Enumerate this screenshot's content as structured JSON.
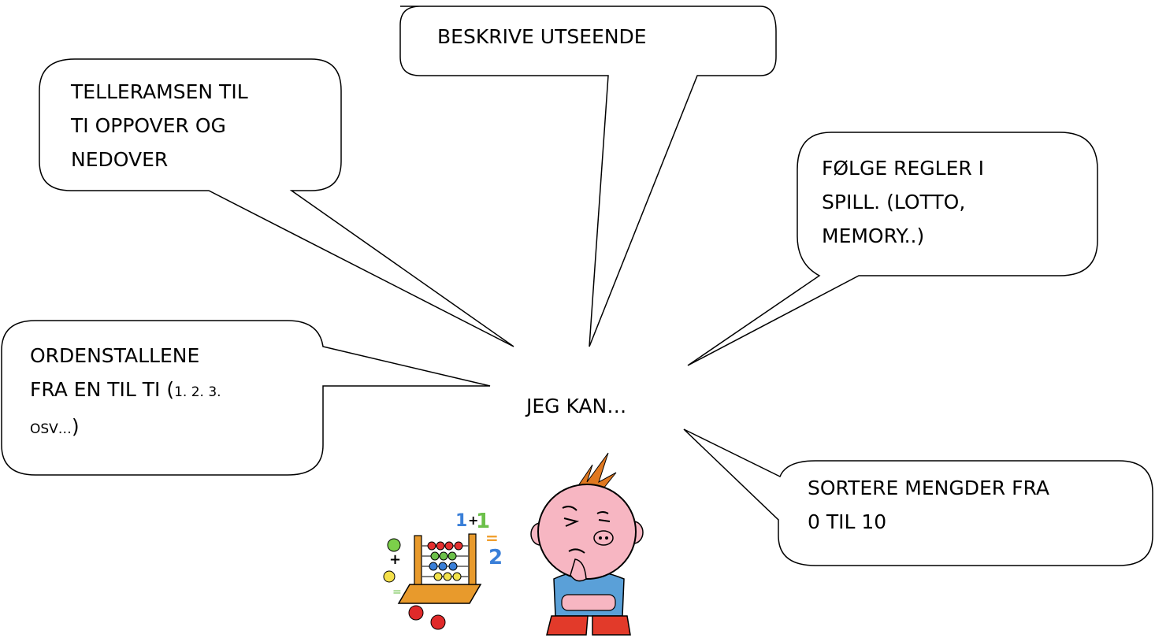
{
  "center_label": "JEG KAN…",
  "bubbles": {
    "top": {
      "text": "BESKRIVE UTSEENDE"
    },
    "top_left": {
      "lines": [
        "TELLERAMSEN TIL",
        "TI OPPOVER OG",
        "NEDOVER"
      ]
    },
    "left": {
      "line1": "ORDENSTALLENE",
      "line2a": "FRA EN TIL TI  (",
      "line2b": "1. 2. 3.",
      "line3a": "OSV…",
      "line3b": ")"
    },
    "right_top": {
      "lines": [
        "FØLGE REGLER I",
        "SPILL. (LOTTO,",
        "MEMORY..)"
      ]
    },
    "right_bottom": {
      "lines": [
        "SORTERE MENGDER FRA",
        "0 TIL 10"
      ]
    }
  },
  "abacus_equation": {
    "a": "1",
    "op": "+",
    "b": "1",
    "eq": "=",
    "result": "2"
  },
  "colors": {
    "outline": "#000000",
    "skin": "#f7b6c2",
    "hair": "#e07820",
    "shirt": "#5aa0d8",
    "frame": "#f0a030"
  }
}
